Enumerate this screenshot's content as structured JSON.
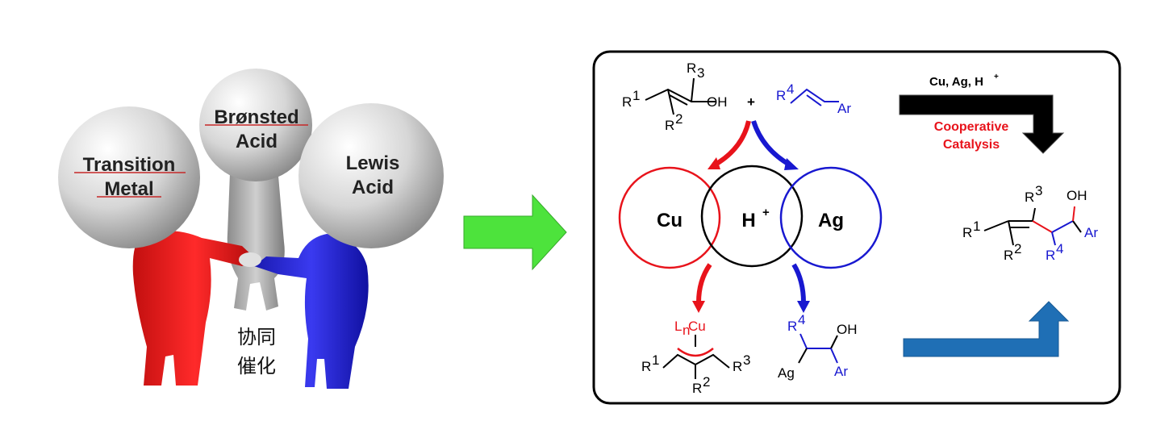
{
  "figures": {
    "transition_metal": [
      "Transition",
      "Metal"
    ],
    "bronsted_acid": [
      "Brønsted",
      "Acid"
    ],
    "lewis_acid": [
      "Lewis",
      "Acid"
    ],
    "caption": [
      "协同",
      "催化"
    ]
  },
  "conditions": {
    "reagents": "Cu, Ag, H",
    "reagents_sup": "+",
    "title": [
      "Cooperative",
      "Catalysis"
    ]
  },
  "circles": {
    "left": "Cu",
    "middle": "H",
    "middle_sup": "+",
    "right": "Ag"
  },
  "chem": {
    "r1": "R",
    "r2": "R",
    "r3": "R",
    "r4": "R",
    "s1": "1",
    "s2": "2",
    "s3": "3",
    "s4": "4",
    "oh": "OH",
    "ar": "Ar",
    "plus": "+",
    "ag": "Ag",
    "lncu_l": "L",
    "lncu_n": "n",
    "lncu_cu": "Cu"
  },
  "colors": {
    "red": "#e8131b",
    "blue": "#1818d0",
    "green_arrow": "#4de33c",
    "steel_arrow": "#1f6fb5",
    "black": "#000000"
  }
}
